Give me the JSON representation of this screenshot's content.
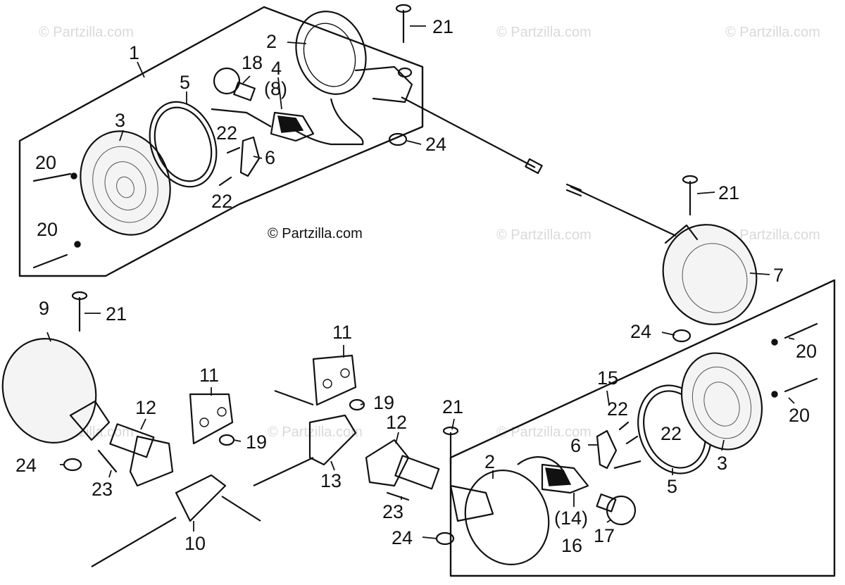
{
  "watermark": "© Partzilla.com",
  "copyright": "© Partzilla.com",
  "callouts": [
    {
      "id": "1",
      "text": "1"
    },
    {
      "id": "2a",
      "text": "2"
    },
    {
      "id": "2b",
      "text": "2"
    },
    {
      "id": "3a",
      "text": "3"
    },
    {
      "id": "3b",
      "text": "3"
    },
    {
      "id": "4",
      "text": "4"
    },
    {
      "id": "5a",
      "text": "5"
    },
    {
      "id": "5b",
      "text": "5"
    },
    {
      "id": "6a",
      "text": "6"
    },
    {
      "id": "6b",
      "text": "6"
    },
    {
      "id": "7",
      "text": "7"
    },
    {
      "id": "8",
      "text": "(8)"
    },
    {
      "id": "9",
      "text": "9"
    },
    {
      "id": "10",
      "text": "10"
    },
    {
      "id": "11a",
      "text": "11"
    },
    {
      "id": "11b",
      "text": "11"
    },
    {
      "id": "12a",
      "text": "12"
    },
    {
      "id": "12b",
      "text": "12"
    },
    {
      "id": "13",
      "text": "13"
    },
    {
      "id": "14",
      "text": "(14)"
    },
    {
      "id": "15",
      "text": "15"
    },
    {
      "id": "16",
      "text": "16"
    },
    {
      "id": "17",
      "text": "17"
    },
    {
      "id": "18",
      "text": "18"
    },
    {
      "id": "19a",
      "text": "19"
    },
    {
      "id": "19b",
      "text": "19"
    },
    {
      "id": "20a",
      "text": "20"
    },
    {
      "id": "20b",
      "text": "20"
    },
    {
      "id": "20c",
      "text": "20"
    },
    {
      "id": "20d",
      "text": "20"
    },
    {
      "id": "21a",
      "text": "21"
    },
    {
      "id": "21b",
      "text": "21"
    },
    {
      "id": "21c",
      "text": "21"
    },
    {
      "id": "21d",
      "text": "21"
    },
    {
      "id": "22a",
      "text": "22"
    },
    {
      "id": "22b",
      "text": "22"
    },
    {
      "id": "22c",
      "text": "22"
    },
    {
      "id": "22d",
      "text": "22"
    },
    {
      "id": "23a",
      "text": "23"
    },
    {
      "id": "23b",
      "text": "23"
    },
    {
      "id": "24a",
      "text": "24"
    },
    {
      "id": "24b",
      "text": "24"
    },
    {
      "id": "24c",
      "text": "24"
    },
    {
      "id": "24d",
      "text": "24"
    }
  ]
}
